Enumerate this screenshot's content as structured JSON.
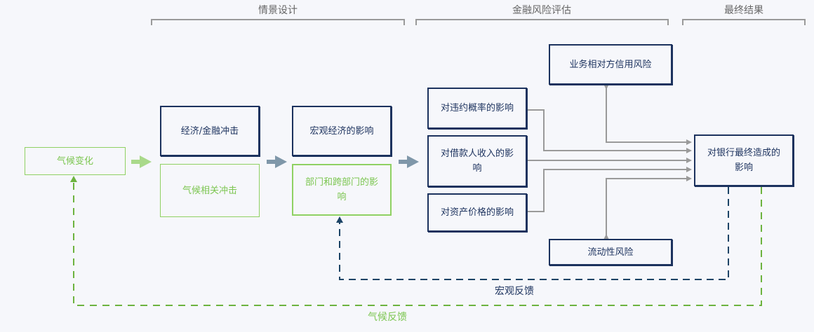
{
  "headers": {
    "scenario": "情景设计",
    "risk_assessment": "金融风险评估",
    "final_result": "最终结果"
  },
  "nodes": {
    "climate_change": "气候变化",
    "econ_financial_shock": "经济/金融冲击",
    "climate_shock": "气候相关冲击",
    "macro_impact": "宏观经济的影响",
    "sector_impact": "部门和跨部门的影响",
    "default_prob": "对违约概率的影响",
    "borrower_income": "对借款人收入的影响",
    "asset_price": "对资产价格的影响",
    "counterparty_risk": "业务相对方信用风险",
    "liquidity_risk": "流动性风险",
    "bank_impact": "对银行最终造成的影响"
  },
  "feedback": {
    "macro": "宏观反馈",
    "climate": "气候反馈"
  },
  "colors": {
    "navy": "#1c325e",
    "green": "#8fd163",
    "green_text": "#7cc651",
    "arrow_gray": "#9a9a9a",
    "arrow_steel": "#7f97a9",
    "dash_navy": "#1c4466",
    "dash_green": "#6db33f"
  }
}
